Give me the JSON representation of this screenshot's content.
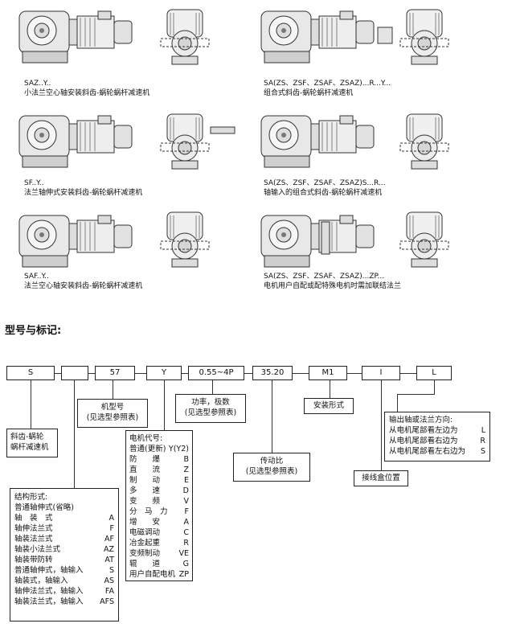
{
  "products": [
    {
      "model": "SAZ..Y..",
      "description": "小法兰空心轴安装斜齿-蜗轮蜗杆减速机"
    },
    {
      "model": "SA(ZS、ZSF、ZSAF、ZSAZ)...R...Y...",
      "description": "组合式斜齿-蜗轮蜗杆减速机"
    },
    {
      "model": "SF..Y..",
      "description": "法兰轴伸式安装斜齿-蜗轮蜗杆减速机"
    },
    {
      "model": "SA(ZS、ZSF、ZSAF、ZSAZ)S...R...",
      "description": "轴输入的组合式斜齿-蜗轮蜗杆减速机"
    },
    {
      "model": "SAF..Y..",
      "description": "法兰空心轴安装斜齿-蜗轮蜗杆减速机"
    },
    {
      "model": "SA(ZS、ZSF、ZSAF、ZSAZ)...ZP...",
      "description": "电机用户自配或配特殊电机时需加联结法兰"
    }
  ],
  "section_title": "型号与标记:",
  "codes": [
    "S",
    "",
    "57",
    "Y",
    "0.55~4P",
    "35.20",
    "M1",
    "I",
    "L"
  ],
  "labels": {
    "gear_type": [
      "斜齿-蜗轮",
      "蜗杆减速机"
    ],
    "frame": [
      "机型号",
      "(见选型参照表)"
    ],
    "power": [
      "功率，极数",
      "(见选型参照表)"
    ],
    "ratio": [
      "传动比",
      "(见选型参照表)"
    ],
    "mounting": "安装形式",
    "terminal_box": "接线盒位置"
  },
  "structure": {
    "title": "结构形式:",
    "items": [
      {
        "name": "普通轴伸式(省略)",
        "code": ""
      },
      {
        "name": "轴　装　式",
        "code": "A"
      },
      {
        "name": "轴伸法兰式",
        "code": "F"
      },
      {
        "name": "轴装法兰式",
        "code": "AF"
      },
      {
        "name": "轴装小法兰式",
        "code": "AZ"
      },
      {
        "name": "轴装带防转",
        "code": "AT"
      },
      {
        "name": "普通轴伸式，轴输入",
        "code": "S"
      },
      {
        "name": "轴装式，轴输入",
        "code": "AS"
      },
      {
        "name": "轴伸法兰式，轴输入",
        "code": "FA"
      },
      {
        "name": "轴装法兰式，轴输入",
        "code": "AFS"
      }
    ]
  },
  "motor": {
    "title": "电机代号:",
    "items": [
      {
        "name": "普通(更新)",
        "code": "Y(Y2)"
      },
      {
        "name": "防　　爆",
        "code": "B"
      },
      {
        "name": "直　　流",
        "code": "Z"
      },
      {
        "name": "制　　动",
        "code": "E"
      },
      {
        "name": "多　　速",
        "code": "D"
      },
      {
        "name": "变　　频",
        "code": "V"
      },
      {
        "name": "分　马　力",
        "code": "F"
      },
      {
        "name": "增　　安",
        "code": "A"
      },
      {
        "name": "电磁调动",
        "code": "C"
      },
      {
        "name": "冶金起重",
        "code": "R"
      },
      {
        "name": "变频制动",
        "code": "VE"
      },
      {
        "name": "辊　　道",
        "code": "G"
      },
      {
        "name": "用户自配电机",
        "code": "ZP"
      }
    ]
  },
  "direction": {
    "title": "输出轴或法兰方向:",
    "items": [
      {
        "name": "从电机尾部看左边为",
        "code": "L"
      },
      {
        "name": "从电机尾部看右边为",
        "code": "R"
      },
      {
        "name": "从电机尾部看左右边为",
        "code": "S"
      }
    ]
  }
}
